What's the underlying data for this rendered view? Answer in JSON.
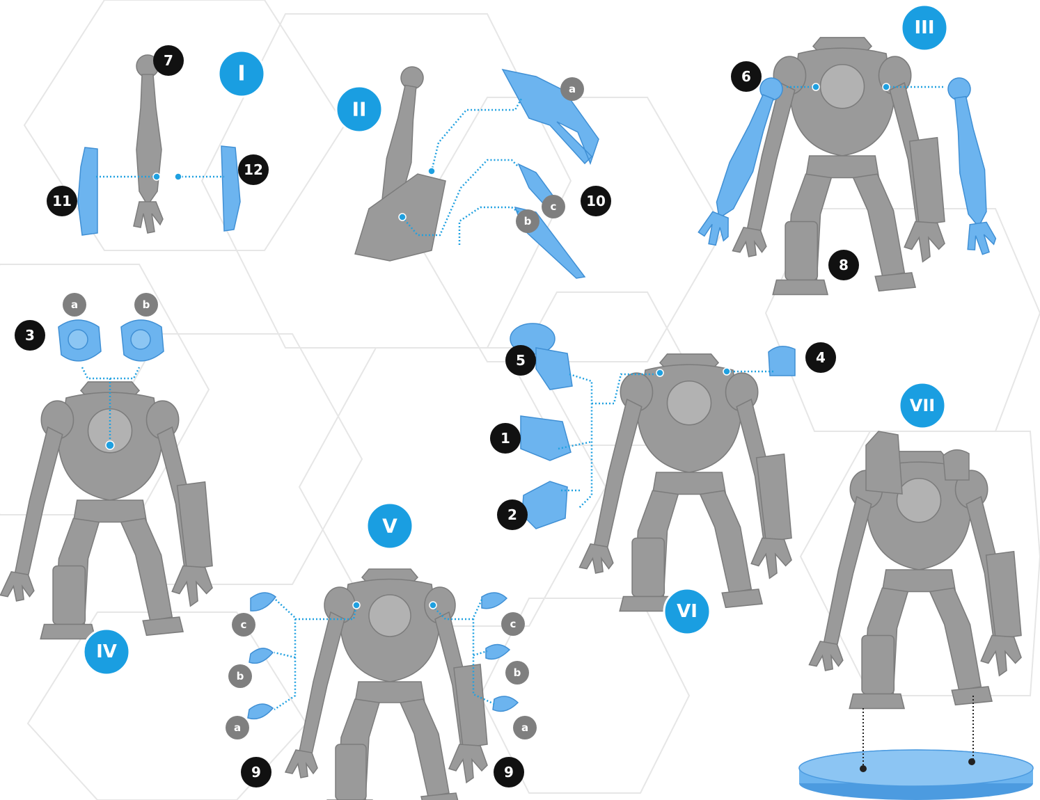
{
  "steps": [
    {
      "label": "I",
      "color": "#1a9ee1"
    },
    {
      "label": "II",
      "color": "#1a9ee1"
    },
    {
      "label": "III",
      "color": "#1a9ee1"
    },
    {
      "label": "IV",
      "color": "#1a9ee1"
    },
    {
      "label": "V",
      "color": "#1a9ee1"
    },
    {
      "label": "VI",
      "color": "#1a9ee1"
    },
    {
      "label": "VII",
      "color": "#1a9ee1"
    }
  ],
  "parts": {
    "p1": "1",
    "p2": "2",
    "p3": "3",
    "p4": "4",
    "p5": "5",
    "p6": "6",
    "p7": "7",
    "p8": "8",
    "p9a": "9",
    "p9b": "9",
    "p10": "10",
    "p11": "11",
    "p12": "12"
  },
  "variants": {
    "II": [
      "a",
      "c",
      "b"
    ],
    "IV": [
      "a",
      "b"
    ],
    "V_left": [
      "c",
      "b",
      "a"
    ],
    "V_right": [
      "c",
      "b",
      "a"
    ]
  },
  "colors": {
    "step_badge": "#1a9ee1",
    "part_number_badge": "#111111",
    "variant_badge": "#7f7f7f",
    "part_highlight": "#6cb4ef",
    "model_grey": "#9a9a9a",
    "leader_line": "#1fa0e0",
    "background_hex": "#e6e6e6"
  },
  "icons": [
    "robot-model",
    "arm-part",
    "claw-part",
    "blade-part",
    "head-part",
    "weapon-part",
    "shoulder-pad-part",
    "base-disc"
  ]
}
